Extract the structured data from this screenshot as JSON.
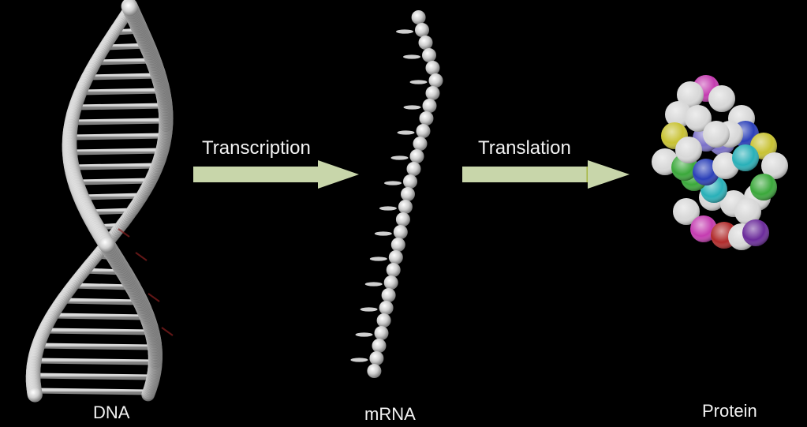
{
  "labels": {
    "dna": "DNA",
    "mrna": "mRNA",
    "protein": "Protein",
    "transcription": "Transcription",
    "translation": "Translation"
  },
  "colors": {
    "background": "#000000",
    "strand": "#cfcfcf",
    "arrow": "#c8d6aa",
    "protein_beads": [
      "#d8d8d8",
      "#c43bb0",
      "#c8c232",
      "#2a3fb8",
      "#3aa83a",
      "#28b0b8",
      "#7a70c8",
      "#b02a2a",
      "#6a2a9a"
    ]
  },
  "icons": {
    "dna": "dna-double-helix-icon",
    "mrna": "mrna-strand-icon",
    "protein": "folded-protein-icon",
    "arrow": "arrow-right-icon"
  }
}
